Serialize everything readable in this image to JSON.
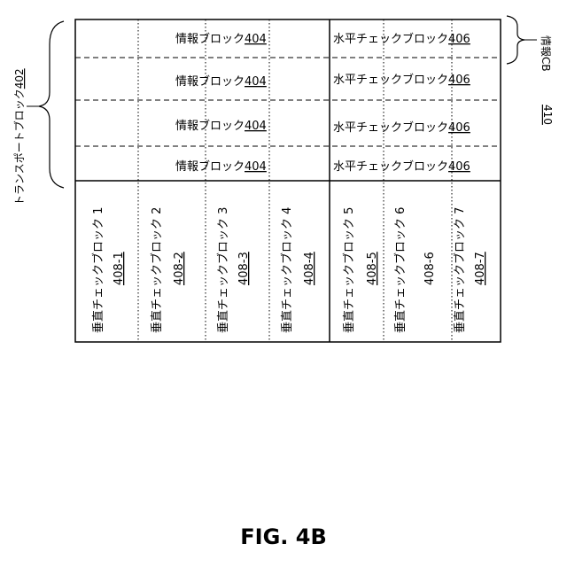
{
  "diagram": {
    "info_blocks": [
      {
        "label": "情報ブロック",
        "ref": "404"
      },
      {
        "label": "情報ブロック",
        "ref": "404"
      },
      {
        "label": "情報ブロック",
        "ref": "404"
      },
      {
        "label": "情報ブロック",
        "ref": "404"
      }
    ],
    "horizontal_check_blocks": [
      {
        "label": "水平チェックブロック",
        "ref": "406"
      },
      {
        "label": "水平チェックブロック",
        "ref": "406"
      },
      {
        "label": "水平チェックブロック",
        "ref": "406"
      },
      {
        "label": "水平チェックブロック",
        "ref": "406"
      }
    ],
    "vertical_check_blocks": [
      {
        "label": "垂直チェックブロック 1",
        "ref": "408-1"
      },
      {
        "label": "垂直チェックブロック 2",
        "ref": "408-2"
      },
      {
        "label": "垂直チェックブロック 3",
        "ref": "408-3"
      },
      {
        "label": "垂直チェックブロック 4",
        "ref": "408-4"
      },
      {
        "label": "垂直チェックブロック 5",
        "ref": "408-5"
      },
      {
        "label": "垂直チェックブロック 6",
        "ref": "408-6"
      },
      {
        "label": "垂直チェックブロック 7",
        "ref": "408-7"
      }
    ],
    "transport_block": {
      "label": "トランスポートブロック",
      "ref": "402"
    },
    "info_cb": {
      "label": "情報CB",
      "ref": "410"
    }
  },
  "figure_title": "FIG. 4B"
}
